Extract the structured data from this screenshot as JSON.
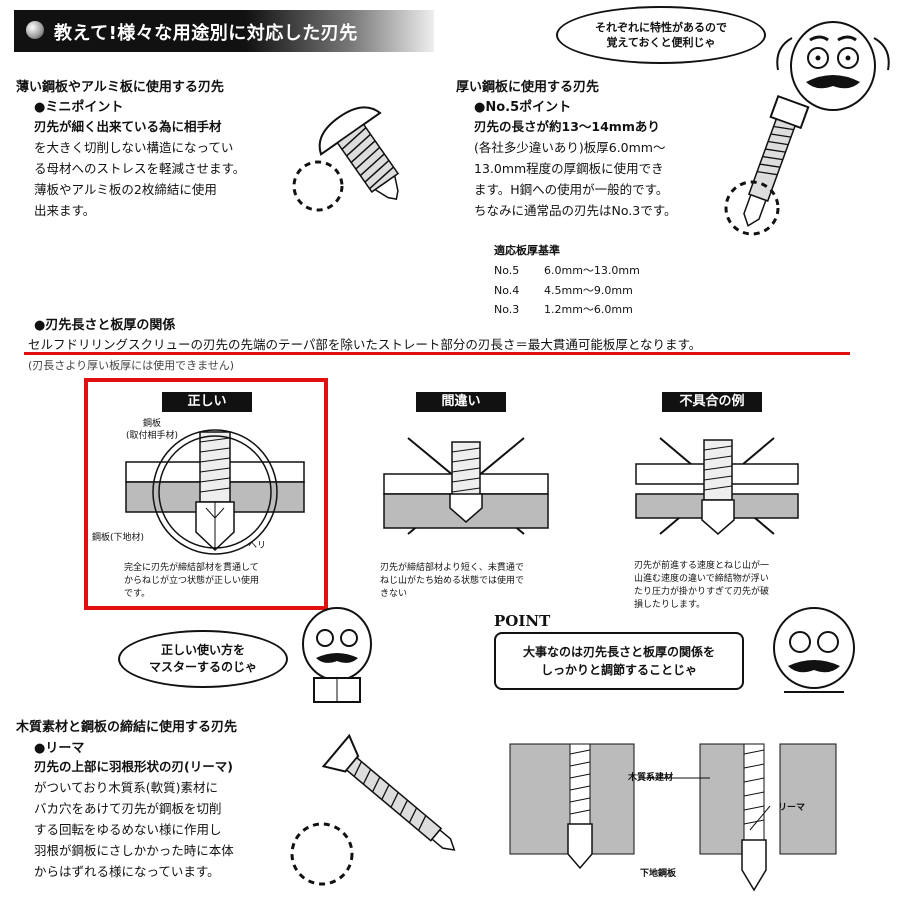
{
  "header": {
    "title": "教えて!様々な用途別に対応した刃先"
  },
  "top_bubble": {
    "line1": "それぞれに特性があるので",
    "line2": "覚えておくと便利じゃ"
  },
  "thin": {
    "heading": "薄い鋼板やアルミ板に使用する刃先",
    "subheading": "●ミニポイント",
    "lines": [
      "刃先が細く出来ている為に相手材",
      "を大きく切削しない構造になってい",
      "る母材へのストレスを軽減させます。",
      "薄板やアルミ板の2枚締結に使用",
      "出来ます。"
    ]
  },
  "thick": {
    "heading": "厚い鋼板に使用する刃先",
    "subheading": "●No.5ポイント",
    "lines": [
      "刃先の長さが約13～14mmあり",
      "(各社多少違いあり)板厚6.0mm～",
      "13.0mm程度の厚鋼板に使用でき",
      "ます。H鋼への使用が一般的です。",
      "ちなみに通常品の刃先はNo.3です。"
    ],
    "spec_title": "適応板厚基準",
    "specs": [
      {
        "name": "No.5",
        "range": "6.0mm～13.0mm"
      },
      {
        "name": "No.4",
        "range": "4.5mm～9.0mm"
      },
      {
        "name": "No.3",
        "range": "1.2mm～6.0mm"
      }
    ]
  },
  "relation": {
    "heading": "●刃先長さと板厚の関係",
    "statement": "セルフドリリングスクリューの刃先の先端のテーパ部を除いたストレート部分の刃長さ＝最大貫通可能板厚となります。",
    "note": "(刃長さより厚い板厚には使用できません)"
  },
  "panels": [
    {
      "label": "正しい",
      "caption": [
        "完全に刃先が締結部材を貫通して",
        "からねじが立つ状態が正しい使用",
        "です。"
      ]
    },
    {
      "label": "間違い",
      "caption": [
        "刃先が締結部材より短く、未貫通で",
        "ねじ山がたち始める状態では使用で",
        "きない"
      ]
    },
    {
      "label": "不具合の例",
      "caption": [
        "刃先が前進する速度とねじ山が一",
        "山進む速度の違いで締結物が浮い",
        "たり圧力が掛かりすぎて刃先が破",
        "損したりします。"
      ]
    }
  ],
  "panel_labels": {
    "top_plate_1": "鋼板",
    "top_plate_2": "(取付相手材)",
    "bottom_plate": "鋼板(下地材)",
    "edge": "ヘリ"
  },
  "mid_bubble": {
    "line1": "正しい使い方を",
    "line2": "マスターするのじゃ"
  },
  "point": {
    "title": "POINT",
    "line1": "大事なのは刃先長さと板厚の関係を",
    "line2": "しっかりと調節することじゃ"
  },
  "wood": {
    "heading": "木質素材と鋼板の締結に使用する刃先",
    "subheading": "●リーマ",
    "lines": [
      "刃先の上部に羽根形状の刃(リーマ)",
      "がついており木質系(軟質)素材に",
      "バカ穴をあけて刃先が鋼板を切削",
      "する回転をゆるめない様に作用し",
      "羽根が鋼板にさしかかった時に本体",
      "からはずれる様になっています。"
    ],
    "label_wood": "木質系建材",
    "label_reamer": "リーマ",
    "label_steel": "下地鋼板"
  },
  "colors": {
    "highlight_red": "#e01010",
    "ink": "#111111"
  }
}
